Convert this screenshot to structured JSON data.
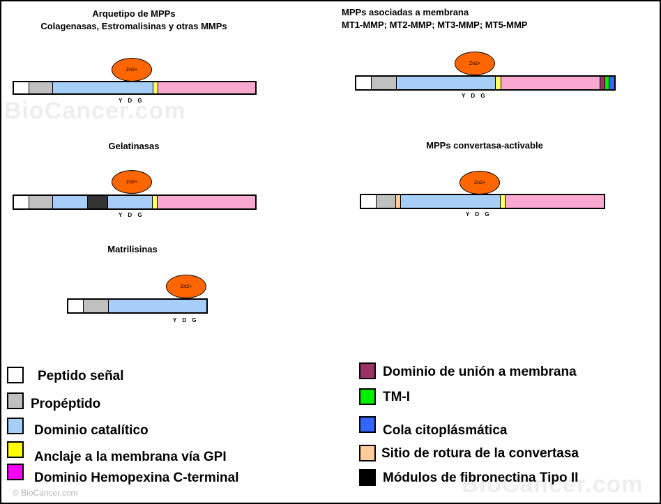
{
  "colors": {
    "signal_peptide": "#ffffff",
    "propeptide": "#c0c0c0",
    "catalytic": "#a6cef6",
    "gpi_anchor": "#ffff66",
    "hemopexin": "#f9a8d0",
    "zinc": "#ff6600",
    "membrane_binding": "#993366",
    "tm": "#00ee00",
    "cytoplasmic_tail": "#3366ff",
    "convertase_site": "#ffcc99",
    "fibronectin": "#333333",
    "legend_hemopexin": "#ff00ff",
    "legend_gpi": "#ffff00",
    "legend_fibronectin": "#000000"
  },
  "panels": {
    "archetype": {
      "title_line1": "Arquetipo de MPPs",
      "title_line2": "Colagenasas, Estromalisinas y otras MMPs"
    },
    "membrane": {
      "title_line1": "MPPs asociadas a membrana",
      "title_line2": "MT1-MMP; MT2-MMP; MT3-MMP; MT5-MMP"
    },
    "gelatinases": {
      "title": "Gelatinasas"
    },
    "convertase": {
      "title": "MPPs convertasa-activable"
    },
    "matrilysins": {
      "title": "Matrilisinas"
    }
  },
  "zinc_label": "Zn2+",
  "motif_lower": "Y D G",
  "motif_upper": "Y D G",
  "legend": {
    "signal_peptide": "Peptido señal",
    "propeptide": "Propéptido",
    "catalytic": "Dominio catalítico",
    "gpi": "Anclaje a la membrana vía GPI",
    "hemopexin": "Dominio Hemopexina C-terminal",
    "membrane_binding": "Dominio de unión a membrana",
    "tm": "TM-I",
    "cytoplasmic": "Cola citoplásmática",
    "convertase": "Sitio de rotura de la convertasa",
    "fibronectin": "Módulos de fibronectina Tipo II"
  },
  "watermark": "© BioCancer.com",
  "watermark_logo": "BioCancer.com"
}
